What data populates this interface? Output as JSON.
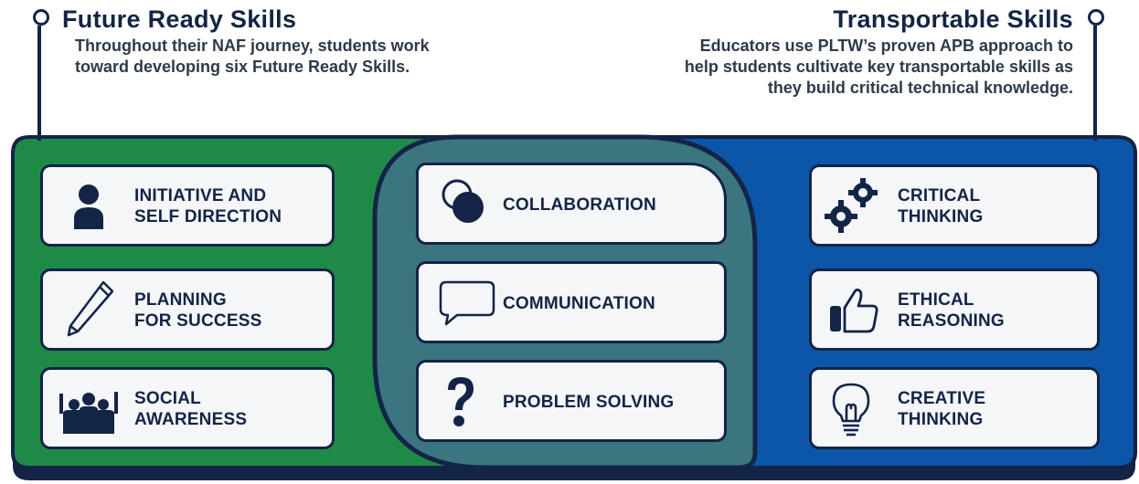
{
  "left": {
    "title": "Future Ready Skills",
    "subtitle_line1": "Throughout their NAF journey, students work",
    "subtitle_line2": "toward developing six Future Ready Skills."
  },
  "right": {
    "title": "Transportable Skills",
    "subtitle_line1": "Educators use PLTW’s proven APB approach to",
    "subtitle_line2": "help students cultivate key transportable skills as",
    "subtitle_line3": "they build critical technical knowledge."
  },
  "colors": {
    "green": "#1f8a47",
    "teal": "#3b7580",
    "blue": "#0b56a8",
    "navy": "#132446"
  },
  "future_ready_only": [
    {
      "line1": "INITIATIVE AND",
      "line2": "SELF DIRECTION",
      "icon": "person-icon"
    },
    {
      "line1": "PLANNING",
      "line2": "FOR SUCCESS",
      "icon": "pencil-icon"
    },
    {
      "line1": "SOCIAL",
      "line2": "AWARENESS",
      "icon": "crowd-icon"
    }
  ],
  "shared": [
    {
      "label": "COLLABORATION",
      "icon": "overlapping-circles-icon"
    },
    {
      "label": "COMMUNICATION",
      "icon": "speech-bubble-icon"
    },
    {
      "label": "PROBLEM SOLVING",
      "icon": "question-mark-icon"
    }
  ],
  "transportable_only": [
    {
      "line1": "CRITICAL",
      "line2": "THINKING",
      "icon": "gears-icon"
    },
    {
      "line1": "ETHICAL",
      "line2": "REASONING",
      "icon": "thumbs-up-icon"
    },
    {
      "line1": "CREATIVE",
      "line2": "THINKING",
      "icon": "lightbulb-icon"
    }
  ]
}
